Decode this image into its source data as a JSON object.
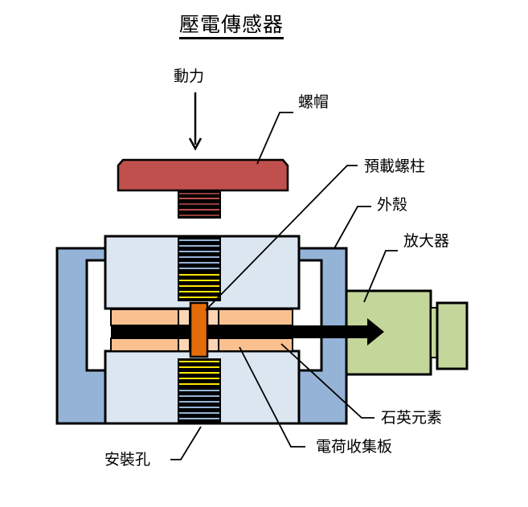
{
  "title": "壓電傳感器",
  "labels": {
    "force": "動力",
    "nut_cap": "螺帽",
    "preload_bolt": "預載螺柱",
    "housing": "外殼",
    "amplifier": "放大器",
    "quartz_element": "石英元素",
    "charge_collector": "電荷收集板",
    "mounting_hole": "安裝孔"
  },
  "colors": {
    "nut_cap": "#c0504d",
    "housing": "#95b3d7",
    "inner_block": "#dce6f1",
    "quartz": "#fac090",
    "quartz_light": "#fcd5b4",
    "charge_plate": "#e36c09",
    "amplifier": "#c4d79b",
    "thread_yellow": "#ffe600",
    "thread_blue": "#95b3d7",
    "outline": "#000000"
  }
}
